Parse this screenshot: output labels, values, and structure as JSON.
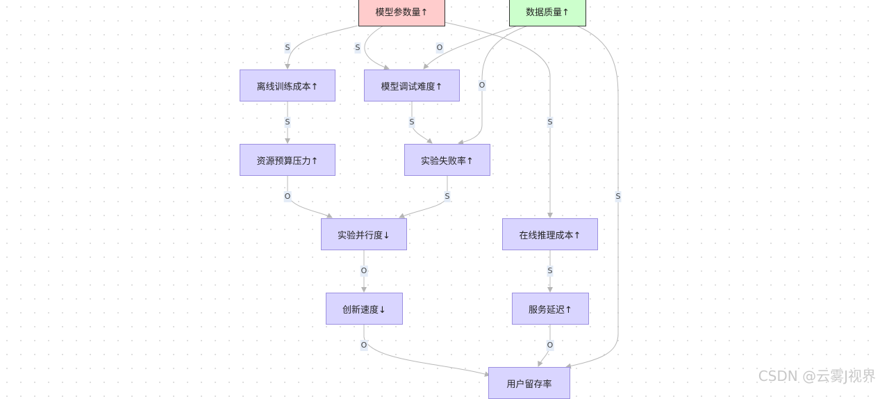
{
  "nodes": {
    "params": "模型参数量↑",
    "data_quality": "数据质量↑",
    "offline_cost": "离线训练成本↑",
    "debug": "模型调试难度↑",
    "budget": "资源预算压力↑",
    "fail": "实验失败率↑",
    "parallel": "实验并行度↓",
    "inference": "在线推理成本↑",
    "innovation": "创新速度↓",
    "latency": "服务延迟↑",
    "retention": "用户留存率"
  },
  "edges": [
    {
      "id": "params-offline",
      "label": "S"
    },
    {
      "id": "params-debug",
      "label": "S"
    },
    {
      "id": "dq-debug",
      "label": "O"
    },
    {
      "id": "dq-fail",
      "label": "O"
    },
    {
      "id": "params-inference",
      "label": "S"
    },
    {
      "id": "dq-retention",
      "label": "S"
    },
    {
      "id": "offline-budget",
      "label": "S"
    },
    {
      "id": "debug-fail",
      "label": "S"
    },
    {
      "id": "budget-parallel",
      "label": "O"
    },
    {
      "id": "fail-parallel",
      "label": "S"
    },
    {
      "id": "parallel-innovation",
      "label": "O"
    },
    {
      "id": "inference-latency",
      "label": "S"
    },
    {
      "id": "innovation-retention",
      "label": "O"
    },
    {
      "id": "latency-retention",
      "label": "O"
    }
  ],
  "watermark": "CSDN @云雾J视界"
}
